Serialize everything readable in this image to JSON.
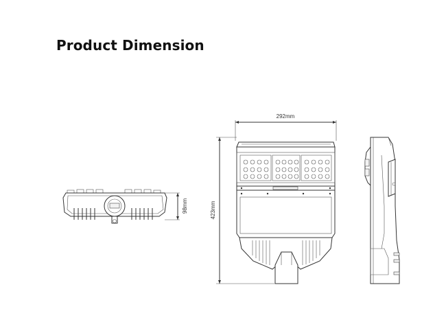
{
  "heading": "Product Dimension",
  "dimensions": {
    "width_label": "292mm",
    "height_label": "423mm",
    "depth_label": "98mm"
  }
}
